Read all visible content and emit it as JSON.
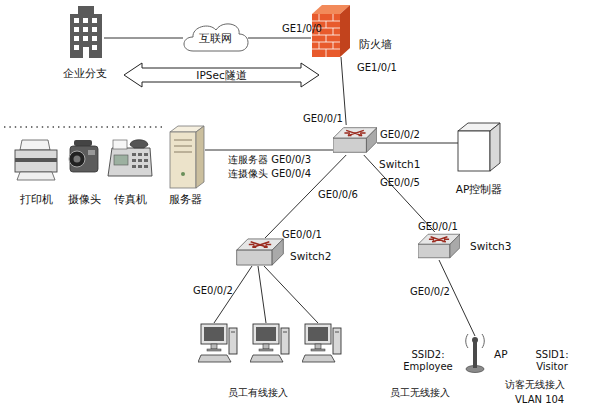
{
  "diagram": {
    "nodes": [
      {
        "text": [
          "企业分支"
        ]
      },
      {
        "text": [
          "互联网"
        ]
      },
      {
        "text": [
          "防火墙"
        ]
      },
      {
        "text": [
          "打印机"
        ]
      },
      {
        "text": [
          "摄像头"
        ]
      },
      {
        "text": [
          "传真机"
        ]
      },
      {
        "text": [
          "服务器"
        ]
      },
      {
        "text": [
          "Switch1"
        ]
      },
      {
        "text": [
          "AP控制器"
        ]
      },
      {
        "text": [
          "Switch2"
        ]
      },
      {
        "text": [
          "Switch3"
        ]
      },
      {
        "text": [
          "AP"
        ]
      }
    ],
    "edges": [
      {
        "from": 0,
        "to": 1,
        "arrow": "none"
      },
      {
        "from": 1,
        "to": 2,
        "arrow": "none"
      },
      {
        "from": 0,
        "to": 2,
        "label": "IPSec隧道",
        "arrow": "both"
      },
      {
        "from": 2,
        "to": 7,
        "arrow": "none"
      },
      {
        "from": 7,
        "to": 6,
        "arrow": "none"
      },
      {
        "from": 7,
        "to": 8,
        "arrow": "none"
      },
      {
        "from": 7,
        "to": 9,
        "arrow": "none"
      },
      {
        "from": 7,
        "to": 10,
        "arrow": "none"
      },
      {
        "from": 10,
        "to": 11,
        "arrow": "none"
      }
    ],
    "labels": [
      "GE1/0/0",
      "GE1/0/1",
      "GE0/0/1",
      "GE0/0/2",
      "连服务器 GE0/0/3",
      "连摄像头 GE0/0/4",
      "GE0/0/5",
      "GE0/0/6",
      "GE0/0/1",
      "GE0/0/2",
      "GE0/0/1",
      "GE0/0/2",
      "员工有线接入",
      "SSID2: Employee",
      "员工无线接入",
      "SSID1: Visitor",
      "访客无线接入",
      "VLAN 104"
    ]
  }
}
